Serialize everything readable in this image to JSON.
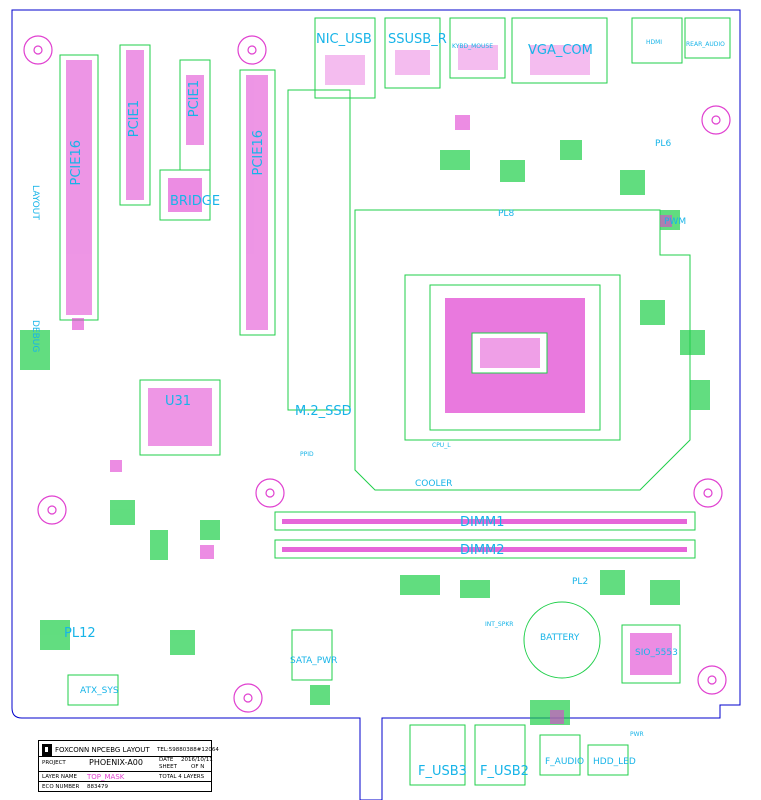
{
  "labels": {
    "nic_usb": "NIC_USB",
    "ssusb_r": "SSUSB_R",
    "kybd_mouse": "KYBD_MOUSE",
    "vga_com": "VGA_COM",
    "hdmi": "HDMI",
    "rear_audio": "REAR_AUDIO",
    "pl6": "PL6",
    "pl8": "PL8",
    "pwm": "PWM",
    "bridge": "BRIDGE",
    "pcie16": "PCIE16",
    "pcie1_a": "PCIE1",
    "pcie1_b": "PCIE1",
    "pcie16_b": "PCIE16",
    "layout": "LAYOUT",
    "debug": "DEBUG",
    "u31": "U31",
    "m2_ssd": "M.2_SSD",
    "ppid": "PPID",
    "cpu": "CPU_L",
    "cooler": "COOLER",
    "dimm1": "DIMM1",
    "dimm2": "DIMM2",
    "pl2": "PL2",
    "pl12": "PL12",
    "battery": "BATTERY",
    "sio": "SIO_5553",
    "sata_pwr": "SATA_PWR",
    "atx_sys": "ATX_SYS",
    "f_usb3": "F_USB3",
    "f_usb2": "F_USB2",
    "f_audio": "F_AUDIO",
    "hdd_led": "HDD_LED",
    "pwr": "PWR",
    "int_spkr": "INT_SPKR"
  },
  "title_block": {
    "company": "FOXCONN NPCEBG LAYOUT",
    "tel": "TEL:59880388#12064",
    "project_label": "PROJECT",
    "project": "PHOENIX-A00",
    "date_label": "DATE",
    "date": "2016/10/11",
    "sheet_label": "SHEET",
    "sheet": "OF N",
    "layer_name_label": "LAYER NAME",
    "layer_name": "TOP_MASK",
    "total_layers": "TOTAL 4 LAYERS",
    "ecd_label": "ECO NUMBER",
    "ecd": "883479"
  },
  "colors": {
    "outline": "#0000cc",
    "silkscreen": "#1fcf4a",
    "pads": "#e040d0",
    "labels": "#17b4e8",
    "background": "#ffffff"
  }
}
